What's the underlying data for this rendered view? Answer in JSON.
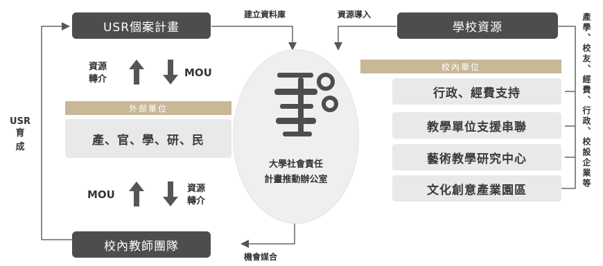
{
  "top_left_box": "USR個案計畫",
  "top_right_box": "學校資源",
  "label_build_db": "建立資料庫",
  "label_resource_import": "資源導入",
  "upper_transfer": {
    "text": "資源\n轉介",
    "mou": "MOU"
  },
  "external_units": {
    "title": "外部單位",
    "content": "產、官、學、研、民"
  },
  "left_vertical": {
    "line1": "USR",
    "line2": "育\n成"
  },
  "internal_units": {
    "title": "校內單位",
    "items": [
      "行政、經費支持",
      "教學單位支援串聯",
      "藝術教學研究中心",
      "文化創意產業園區"
    ]
  },
  "center": {
    "line1": "大學社會責任",
    "line2": "計畫推動辦公室"
  },
  "lower_transfer": {
    "mou": "MOU",
    "text": "資源\n轉介"
  },
  "bottom_box": "校內教師團隊",
  "label_opportunity": "機會媒合",
  "right_vertical": "產學、校友、經費、行政、校設企業等",
  "colors": {
    "dark": "#4d4d4d",
    "tan": "#c8b896",
    "light_gray": "#e9e9e9",
    "circle": "#efefef"
  }
}
